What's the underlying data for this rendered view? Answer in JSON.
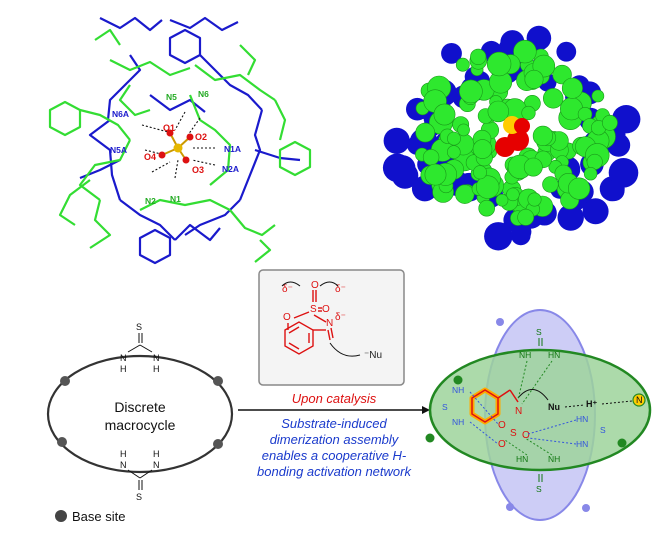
{
  "crystal_labels": {
    "n6a": "N6A",
    "n5a": "N5A",
    "n5": "N5",
    "n6": "N6",
    "n1a": "N1A",
    "n2a": "N2A",
    "n1": "N1",
    "n2": "N2",
    "o1": "O1",
    "o2": "O2",
    "o3": "O3",
    "o4": "O4"
  },
  "substrate": {
    "delta_left": "δ⁻",
    "delta_right": "δ⁻",
    "delta_n": "δ⁻",
    "atom_o_top": "O",
    "atom_o_right": "O",
    "atom_s": "S",
    "atom_o_ring": "O",
    "atom_n": "N",
    "nucleophile": "⁻Nu"
  },
  "arrow_text": {
    "upon": "Upon catalysis",
    "line1": "Substrate-induced",
    "line2": "dimerization assembly",
    "line3": "enables a cooperative H-",
    "line4": "bonding activation network"
  },
  "macrocycle": {
    "line1": "Discrete",
    "line2": "macrocycle",
    "s_top": "S",
    "h_top_left": "H",
    "n_top_left": "N",
    "h_top_right": "H",
    "n_top_right": "N",
    "s_bottom": "S",
    "h_bot_left": "H",
    "n_bot_left": "N",
    "h_bot_right": "H",
    "n_bot_right": "N"
  },
  "legend": {
    "base_site": "Base site"
  },
  "assembly": {
    "nh_top_left": "NH",
    "hn_top_right": "HN",
    "s_top": "S",
    "nh_left": "NH",
    "s_left": "S",
    "nh_left2": "NH",
    "nu": "Nu",
    "h_plus": "H⁺",
    "n_base": "N",
    "hn_right": "HN",
    "s_right": "S",
    "hn_right2": "HN",
    "hn_bot_left": "HN",
    "nh_bot_right": "NH",
    "s_bottom": "S",
    "atom_n": "N",
    "atom_o1": "O",
    "atom_o2": "O",
    "atom_s": "S",
    "atom_o3": "O"
  },
  "colors": {
    "blue": "#1a1acc",
    "green": "#33dd33",
    "red": "#dd1111",
    "assembly_green": "#9ed39b",
    "assembly_purple": "#b9b9f0",
    "orange": "#ffaa00"
  }
}
